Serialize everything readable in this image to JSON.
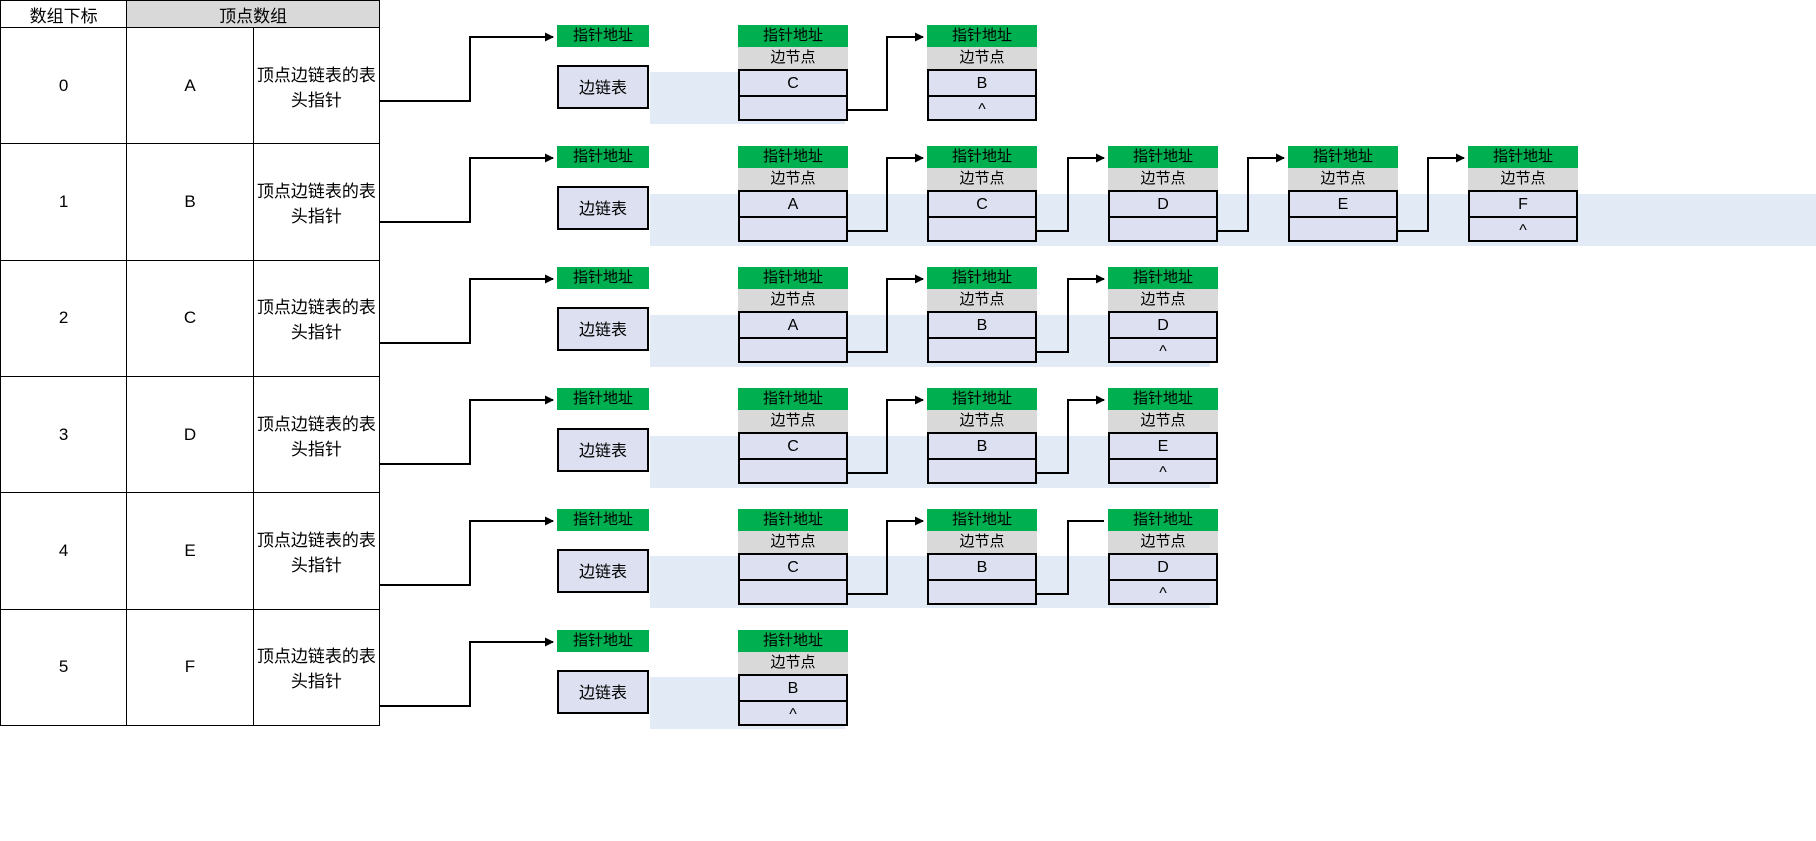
{
  "table": {
    "headers": {
      "index": "数组下标",
      "vertex": "顶点数组"
    },
    "rows": [
      {
        "index": "0",
        "vertex": "A",
        "pointer": "顶点边链表的表头指针"
      },
      {
        "index": "1",
        "vertex": "B",
        "pointer": "顶点边链表的表头指针"
      },
      {
        "index": "2",
        "vertex": "C",
        "pointer": "顶点边链表的表头指针"
      },
      {
        "index": "3",
        "vertex": "D",
        "pointer": "顶点边链表的表头指针"
      },
      {
        "index": "4",
        "vertex": "E",
        "pointer": "顶点边链表的表头指针"
      },
      {
        "index": "5",
        "vertex": "F",
        "pointer": "顶点边链表的表头指针"
      }
    ]
  },
  "labels": {
    "pointer_address": "指针地址",
    "edge_node": "边节点",
    "edge_list": "边链表",
    "null_marker": "^",
    "empty": ""
  },
  "colors": {
    "header_green": "#00b050",
    "subheader_gray": "#d9d9d9",
    "cell_blue": "#dce0f0",
    "band_blue": "#e2ebf5",
    "table_header_gray": "#d9d9d9",
    "wire": "#000000"
  },
  "adjacency": {
    "0": {
      "vertex": "A",
      "edges": [
        "C",
        "B"
      ]
    },
    "1": {
      "vertex": "B",
      "edges": [
        "A",
        "C",
        "D",
        "E",
        "F"
      ]
    },
    "2": {
      "vertex": "C",
      "edges": [
        "A",
        "B",
        "D"
      ]
    },
    "3": {
      "vertex": "D",
      "edges": [
        "C",
        "B",
        "E"
      ]
    },
    "4": {
      "vertex": "E",
      "edges": [
        "C",
        "B",
        "D"
      ]
    },
    "5": {
      "vertex": "F",
      "edges": [
        "B"
      ]
    }
  },
  "lists": {
    "row0": {
      "head": "边链表",
      "nodes": [
        {
          "hdr": "指针地址",
          "sub": "边节点",
          "value": "C",
          "tail": ""
        },
        {
          "hdr": "指针地址",
          "sub": "边节点",
          "value": "B",
          "tail": "^"
        }
      ]
    },
    "row1": {
      "head": "边链表",
      "nodes": [
        {
          "hdr": "指针地址",
          "sub": "边节点",
          "value": "A",
          "tail": ""
        },
        {
          "hdr": "指针地址",
          "sub": "边节点",
          "value": "C",
          "tail": ""
        },
        {
          "hdr": "指针地址",
          "sub": "边节点",
          "value": "D",
          "tail": ""
        },
        {
          "hdr": "指针地址",
          "sub": "边节点",
          "value": "E",
          "tail": ""
        },
        {
          "hdr": "指针地址",
          "sub": "边节点",
          "value": "F",
          "tail": "^"
        }
      ]
    },
    "row2": {
      "head": "边链表",
      "nodes": [
        {
          "hdr": "指针地址",
          "sub": "边节点",
          "value": "A",
          "tail": ""
        },
        {
          "hdr": "指针地址",
          "sub": "边节点",
          "value": "B",
          "tail": ""
        },
        {
          "hdr": "指针地址",
          "sub": "边节点",
          "value": "D",
          "tail": "^"
        }
      ]
    },
    "row3": {
      "head": "边链表",
      "nodes": [
        {
          "hdr": "指针地址",
          "sub": "边节点",
          "value": "C",
          "tail": ""
        },
        {
          "hdr": "指针地址",
          "sub": "边节点",
          "value": "B",
          "tail": ""
        },
        {
          "hdr": "指针地址",
          "sub": "边节点",
          "value": "E",
          "tail": "^"
        }
      ]
    },
    "row4": {
      "head": "边链表",
      "nodes": [
        {
          "hdr": "指针地址",
          "sub": "边节点",
          "value": "C",
          "tail": ""
        },
        {
          "hdr": "指针地址",
          "sub": "边节点",
          "value": "B",
          "tail": ""
        },
        {
          "hdr": "指针地址",
          "sub": "边节点",
          "value": "D",
          "tail": "^"
        }
      ]
    },
    "row5": {
      "head": "边链表",
      "nodes": [
        {
          "hdr": "指针地址",
          "sub": "边节点",
          "value": "B",
          "tail": "^"
        }
      ]
    }
  }
}
